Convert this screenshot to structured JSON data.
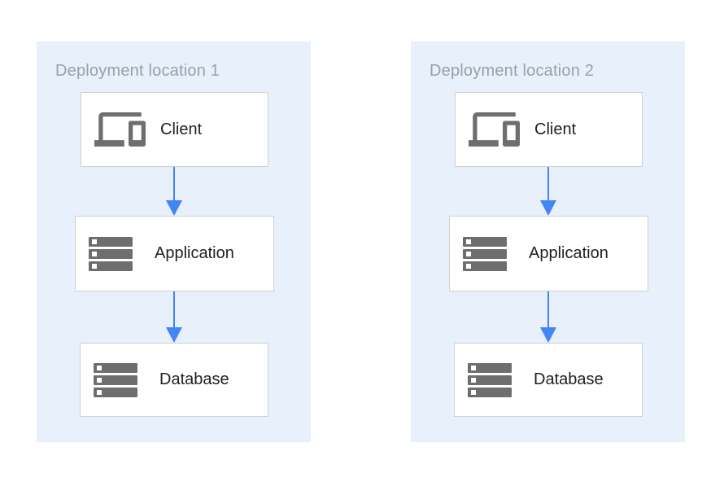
{
  "panels": [
    {
      "title": "Deployment location 1",
      "nodes": [
        {
          "label": "Client",
          "icon": "devices-icon"
        },
        {
          "label": "Application",
          "icon": "server-stack-icon"
        },
        {
          "label": "Database",
          "icon": "server-stack-icon"
        }
      ]
    },
    {
      "title": "Deployment location 2",
      "nodes": [
        {
          "label": "Client",
          "icon": "devices-icon"
        },
        {
          "label": "Application",
          "icon": "server-stack-icon"
        },
        {
          "label": "Database",
          "icon": "server-stack-icon"
        }
      ]
    }
  ],
  "colors": {
    "panel_background": "#e8f0fb",
    "node_background": "#ffffff",
    "node_border": "#d0d0d0",
    "arrow_blue": "#4285f4",
    "icon_gray": "#6e6e6e",
    "panel_title_gray": "#9aa0a6",
    "node_label_dark": "#212121"
  }
}
